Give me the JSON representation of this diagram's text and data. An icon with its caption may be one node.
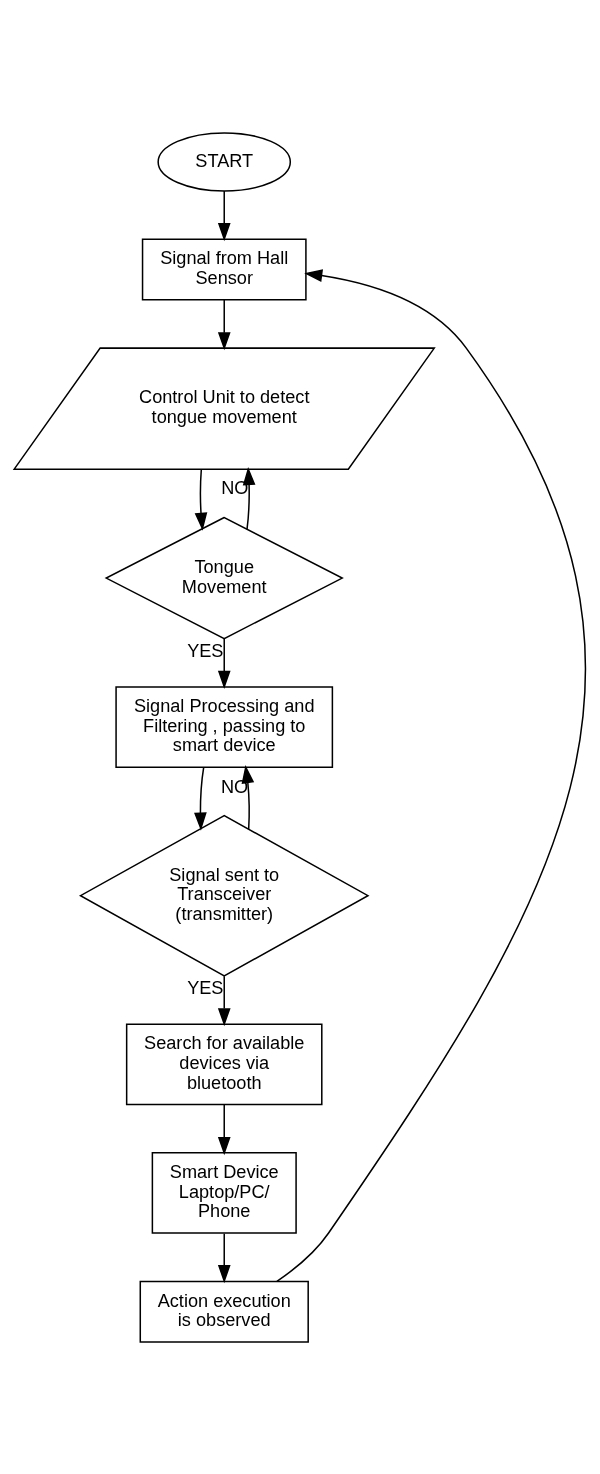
{
  "diagram": {
    "nodes": [
      {
        "text": [
          "START"
        ]
      },
      {
        "text": [
          "Signal from Hall Sensor"
        ]
      },
      {
        "text": [
          "Control Unit to detect tongue movement"
        ]
      },
      {
        "text": [
          "Tongue Movement"
        ]
      },
      {
        "text": [
          "Signal Processing and Filtering , passing to smart device"
        ]
      },
      {
        "text": [
          "Signal sent to Transceiver (transmitter)"
        ]
      },
      {
        "text": [
          "Search for available devices via bluetooth"
        ]
      },
      {
        "text": [
          "Smart Device Laptop/PC/ Phone"
        ]
      },
      {
        "text": [
          "Action execution is observed"
        ]
      }
    ],
    "edges": [
      {
        "from": 0,
        "to": 1,
        "arrow": "to"
      },
      {
        "from": 1,
        "to": 2,
        "arrow": "to"
      },
      {
        "from": 2,
        "to": 3,
        "arrow": "to"
      },
      {
        "from": 3,
        "to": 2,
        "arrow": "to",
        "label": "NO"
      },
      {
        "from": 3,
        "to": 4,
        "arrow": "to",
        "label": "YES"
      },
      {
        "from": 4,
        "to": 5,
        "arrow": "to"
      },
      {
        "from": 5,
        "to": 4,
        "arrow": "to",
        "label": "NO"
      },
      {
        "from": 5,
        "to": 6,
        "arrow": "to",
        "label": "YES"
      },
      {
        "from": 6,
        "to": 7,
        "arrow": "to"
      },
      {
        "from": 7,
        "to": 8,
        "arrow": "to"
      },
      {
        "from": 8,
        "to": 1,
        "arrow": "to"
      }
    ]
  }
}
